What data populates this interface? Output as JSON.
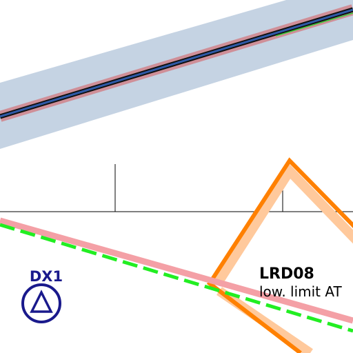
{
  "map": {
    "waypoints": [
      {
        "id": "DX1",
        "symbol": "triangle-in-circle-icon",
        "color": "#1a1a8c"
      },
      {
        "id": "LRD08",
        "subtitle": "low. limit AT",
        "symbol": "flyover-waypoint-icon",
        "color": "#000000"
      }
    ],
    "styles": {
      "airway_corridor": "#c5d3e3",
      "airway_buffer": "#cf8f98",
      "airway_centerline_outer": "#111111",
      "airway_centerline_inner": "#2e5aa8",
      "airway_thin_green": "#33cc33",
      "route_pink": "#f4a0a6",
      "route_green_dashed": "#22ee22",
      "holding_orange": "#ff8000",
      "holding_light_orange": "#ffc99c",
      "reference_line": "#000000"
    }
  }
}
